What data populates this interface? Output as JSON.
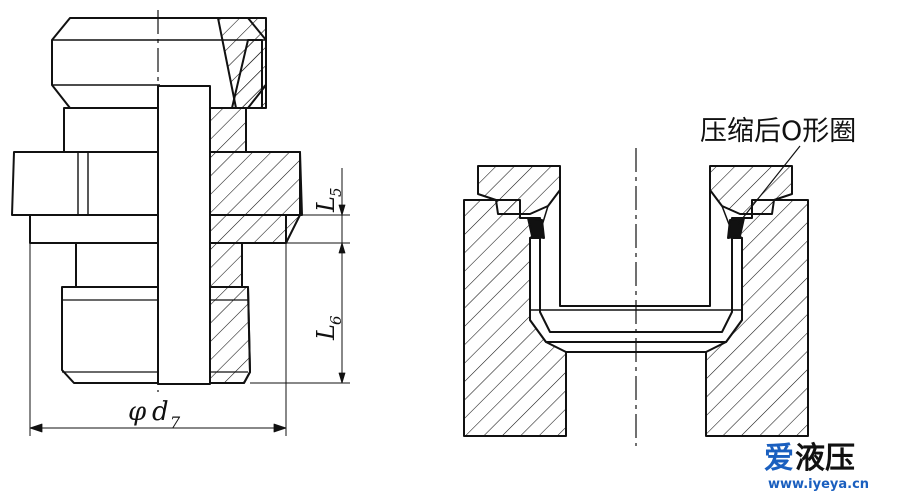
{
  "labels": {
    "phi": "φ",
    "d": "d",
    "d_sub": "7",
    "L": "L",
    "L5_sub": "5",
    "L6_sub": "6",
    "callout": "压缩后O形圈"
  },
  "watermark": {
    "text_part1": "爱",
    "text_part2": "液压",
    "url": "www.iyeya.cn",
    "color_blue": "#1a5fbf",
    "color_black": "#111111"
  }
}
